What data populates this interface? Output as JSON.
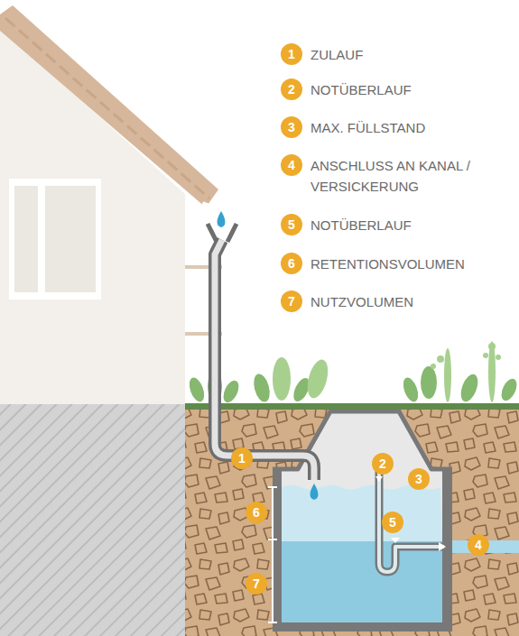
{
  "diagram": {
    "labels": [
      "1",
      "ZULAUF",
      "2",
      "NOTÜBERLAUF",
      "3",
      "MAX. FÜLLSTAND",
      "4",
      "ANSCHLUSS AN KANAL / VERSICKERUNG",
      "5",
      "NOTÜBERLAUF",
      "6",
      "RETENTIONSVOLUMEN",
      "7",
      "NUTZVOLUMEN",
      "1",
      "2",
      "3",
      "5",
      "4",
      "6",
      "7"
    ]
  }
}
